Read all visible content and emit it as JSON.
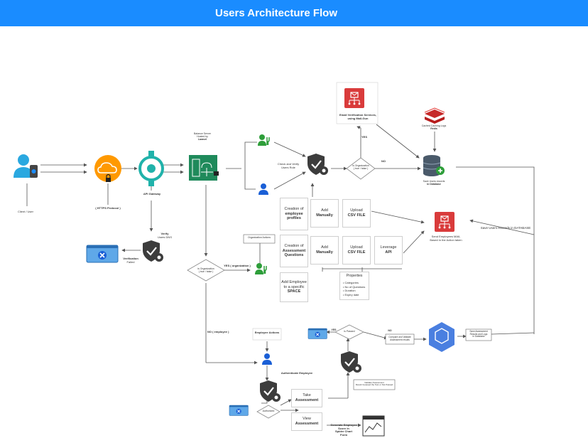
{
  "title": "Users Architecture Flow",
  "colors": {
    "header": "#1a8cff",
    "aws_red": "#d93b3b",
    "user_blue": "#1a5fd6",
    "user_green": "#2e9e3a",
    "teal": "#20b2aa",
    "cloud_orange": "#ff9900",
    "gray_shield": "#3c3c3c"
  },
  "nodes": {
    "client": "Client / User",
    "https": "( HTTPS Protocol )",
    "api_gateway": "API Gateway",
    "verify_dns": [
      "Verify",
      "Users DNS"
    ],
    "verification_failed": [
      "Verification",
      "Failed"
    ],
    "balancer": [
      "Balance Server",
      "Hosted by",
      "Laravel"
    ],
    "check_role": [
      "Check and Verify",
      "Users Role"
    ],
    "is_org_1": [
      "is Organization",
      "( true / false )"
    ],
    "email_service": [
      "Email Verification Services,",
      "using Mail-Gun"
    ],
    "redis": [
      "Cached Caching Logs",
      "Redis"
    ],
    "db_save": [
      "Save Users records",
      "in Database"
    ],
    "yes": "YES",
    "no": "NO",
    "org_actions": "Organization Actions",
    "is_org_2": [
      "is Organization",
      "( true / false )"
    ],
    "yes_org": "YES ( organization )",
    "no_employee": "NO ( employee )",
    "send_mail": [
      "Send Employees MAIL",
      "Based in the Action taken"
    ],
    "save_records": "Save Users Records in DATABASE",
    "employee_actions": "Employee Actions",
    "auth_employee": "Authenticate Employee",
    "is_passed": "is Passed",
    "compare": [
      "Compare and Validate",
      "Assessment results"
    ],
    "save_assessment": [
      "Save Assessment",
      "Results and Logs",
      "in Database"
    ],
    "validate": [
      "Validate Assessment",
      "Result if passed the Test or Not Passed"
    ],
    "authorized": "Authorized",
    "generate": [
      "Generate Employee",
      "Score in",
      "Spider Chart",
      "Form"
    ]
  },
  "table": {
    "creation_profiles": [
      "Creation of",
      "employee",
      "profiles"
    ],
    "add_manually_1": [
      "Add",
      "Manually"
    ],
    "upload_csv_1": [
      "Upload",
      "CSV FILE"
    ],
    "creation_questions": [
      "Creation of",
      "Assessment",
      "Questions"
    ],
    "add_manually_2": [
      "Add",
      "Manually"
    ],
    "upload_csv_2": [
      "Upload",
      "CSV FILE"
    ],
    "leverage_api": [
      "Leverage",
      "API"
    ],
    "add_employee_space": [
      "Add Employee",
      "to a specific",
      "SPACE"
    ],
    "properties_title": "Properties",
    "properties": [
      "Categories",
      "No of Questions",
      "Duration",
      "Expiry date"
    ],
    "take_assessment": [
      "Take",
      "Assessment"
    ],
    "view_assessment": [
      "View",
      "Assessment"
    ]
  }
}
